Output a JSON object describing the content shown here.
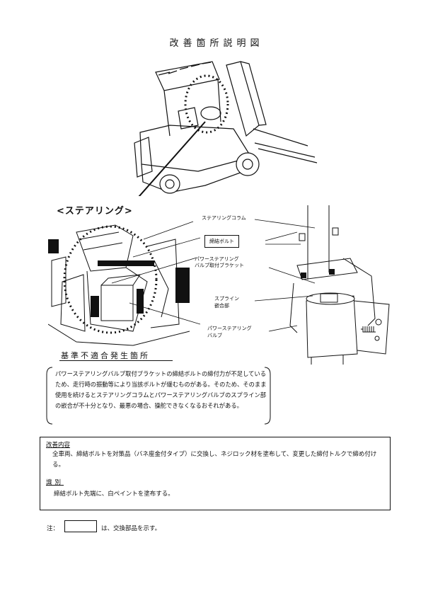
{
  "title": "改善箇所説明図",
  "section_label": "<ステアリング>",
  "labels": {
    "steering_column": "ステアリングコラム",
    "fastening_bolt": "締結ボルト",
    "bracket": "パワーステアリング\nバルブ取付ブラケット",
    "spline": "スプライン\n嵌合部",
    "valve": "パワーステアリング\nバルブ"
  },
  "figure_caption": "基準不適合発生箇所",
  "problem_text": "パワーステアリングバルブ取付ブラケットの締結ボルトの締付力が不足しているため、走行時の振動等により当該ボルトが緩むものがある。そのため、そのまま使用を続けるとステアリングコラムとパワーステアリングバルブのスプライン部の嵌合が不十分となり、最悪の場合、操舵できなくなるおそれがある。",
  "improvement": {
    "heading": "改善内容",
    "body": "全車両、締結ボルトを対策品（バネ座金付タイプ）に交換し、ネジロック材を塗布して、変更した締付トルクで締め付ける。"
  },
  "identification": {
    "heading": "識別",
    "body": "締結ボルト先端に、白ペイントを塗布する。"
  },
  "note": {
    "prefix": "注：",
    "text": "は、交換部品を示す。"
  }
}
